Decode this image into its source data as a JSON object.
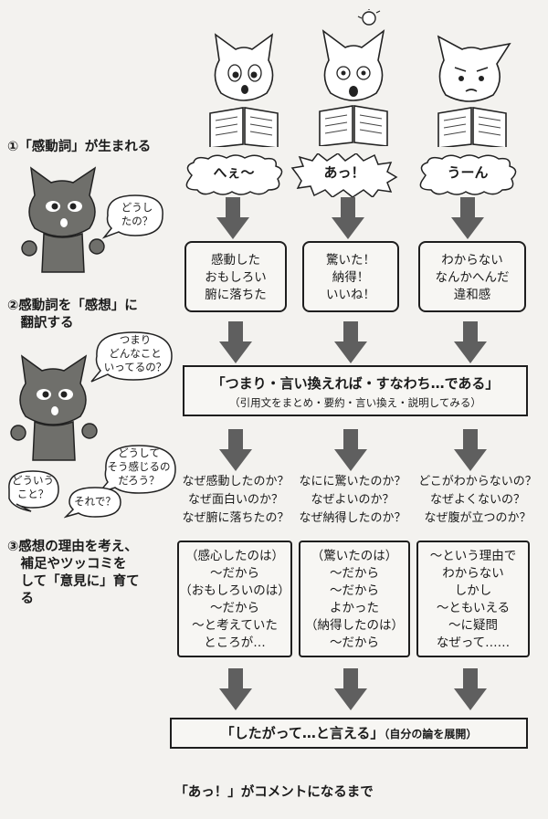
{
  "steps": [
    "①「感動詞」が生まれる",
    "②感動詞を「感想」に\n　翻訳する",
    "③感想の理由を考え、\n　補足やツッコミを\n　して「意見に」育て\n　る"
  ],
  "exclamations": [
    "へぇ～",
    "あっ！",
    "うーん"
  ],
  "impressions": [
    "感動した\nおもしろい\n腑に落ちた",
    "驚いた！\n納得！\nいいね！",
    "わからない\nなんかへんだ\n違和感"
  ],
  "translate_banner": {
    "title": "「つまり・言い換えれば・すなわち…である」",
    "subtitle": "（引用文をまとめ・要約・言い換え・説明してみる）"
  },
  "questions": [
    "なぜ感動したのか？\nなぜ面白いのか？\nなぜ腑に落ちたの？",
    "なにに驚いたのか？\nなぜよいのか？\nなぜ納得したのか？",
    "どこがわからないの？\nなぜよくないの？\nなぜ腹が立つのか？"
  ],
  "reasons": [
    "（感心したのは）\n～だから\n（おもしろいのは）\n～だから\n～と考えていた\nところが…",
    "（驚いたのは）\n～だから\n～だから\nよかった\n（納得したのは）\n～だから",
    "～という理由で\nわからない\nしかし\n～ともいえる\n～に疑問\nなぜって……"
  ],
  "conclusion_banner": {
    "title": "「したがって…と言える」",
    "subtitle": "（自分の論を展開）"
  },
  "speech_bubbles": {
    "b1": "どうし\nたの？",
    "b2": "つまり\nどんなこと\nいってるの？",
    "b3": "どうして\nそう感じるの\nだろう？",
    "b4": "どういう\nこと？",
    "b5": "それで？"
  },
  "caption": "「あっ！」がコメントになるまで",
  "colors": {
    "arrow": "#5f5f5f",
    "cat_gray": "#6f6f6b",
    "ink": "#1e1e1e"
  }
}
